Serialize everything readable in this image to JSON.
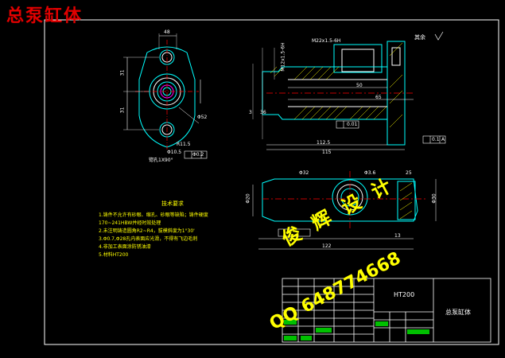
{
  "title": "总泵缸体",
  "technical_notes": {
    "heading": "技术要求",
    "items": [
      "1.铸件不允许有砂眼、缩孔、砂眼等缺陷；铸件硬度",
      "170~241HBW并经时效处理",
      "2.未注明铸造圆角R2~R4，拔模斜度为1°30'",
      "3.Φ0.7,Φ28孔内表面应光滑，不得有飞边毛刺",
      "4.非加工表面涂防锈油漆",
      "5.材料HT200"
    ]
  },
  "dimensions": {
    "d_48": "48",
    "d_31a": "31",
    "d_31b": "31",
    "d_phi52": "Φ52",
    "d_r115": "R11.5",
    "d_105": "Φ10.5",
    "d_holes": "锪孔1X90°",
    "d_thread": "M22x1.5-6H",
    "d_m12": "M12x1.5-6H",
    "d_50": "50",
    "d_65": "65",
    "d_36": "36",
    "d_3": "3",
    "d_1125": "112.5",
    "d_115": "115",
    "d_32": "Φ32",
    "d_36b": "Φ3.6",
    "d_25": "25",
    "d_20": "Φ20",
    "d_30": "Φ30",
    "d_122": "122",
    "d_13": "13",
    "d_flat": "0.01",
    "d_perp": "0.1",
    "d_perp_ref": "A",
    "d_pos": "Φ0.2",
    "d_rest": "其余"
  },
  "title_block": {
    "material": "HT200",
    "part_name": "总泵缸体"
  },
  "watermark": {
    "line1": "俊 辉 设 计",
    "line2": "QQ 648774668"
  }
}
